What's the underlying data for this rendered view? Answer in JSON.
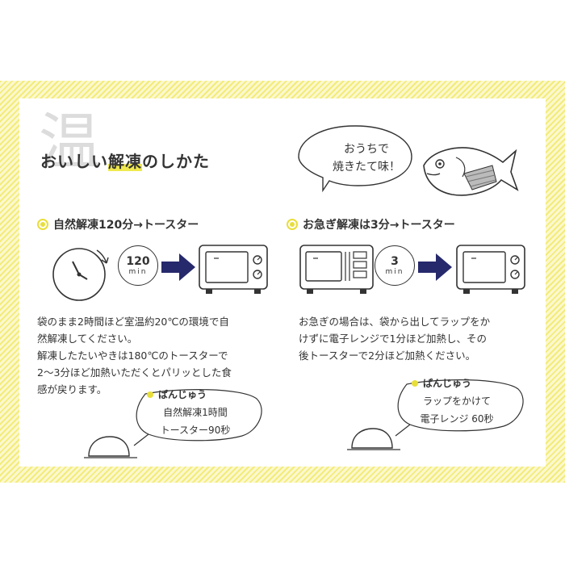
{
  "header": {
    "bg_kanji": "温",
    "title_pre": "おいしい",
    "title_highlight": "解凍",
    "title_post": "のしかた"
  },
  "speech_bubble": {
    "line1": "おうちで",
    "line2": "焼きたて味！"
  },
  "natural": {
    "heading": "自然解凍120分→トースター",
    "badge_number": "120",
    "badge_unit": "min",
    "para1_line1": "袋のまま2時間ほど室温約20℃の環境で自",
    "para1_line2": "然解凍してください。",
    "para2_line1": "解凍したたいやきは180℃のトースターで",
    "para2_line2": "2～3分ほど加熱いただくとパリッとした食",
    "para2_line3": "感が戻ります。",
    "pan_label": "ぱんじゅう",
    "pan_line1": "自然解凍1時間",
    "pan_line2": "トースター90秒"
  },
  "quick": {
    "heading": "お急ぎ解凍は3分→トースター",
    "badge_number": "3",
    "badge_unit": "min",
    "para_line1": "お急ぎの場合は、袋から出してラップをか",
    "para_line2": "けずに電子レンジで1分ほど加熱し、その",
    "para_line3": "後トースターで2分ほど加熱ください。",
    "pan_label": "ぱんじゅう",
    "pan_line1": "ラップをかけて",
    "pan_line2": "電子レンジ 60秒"
  },
  "colors": {
    "accent_yellow": "#e8de3b",
    "stripe": "#f3ec7a",
    "arrow_navy": "#26296b"
  },
  "icons": [
    "clock-icon",
    "toaster-icon",
    "microwave-icon",
    "arrow-right-icon",
    "taiyaki-fish-icon",
    "panju-bun-icon"
  ]
}
